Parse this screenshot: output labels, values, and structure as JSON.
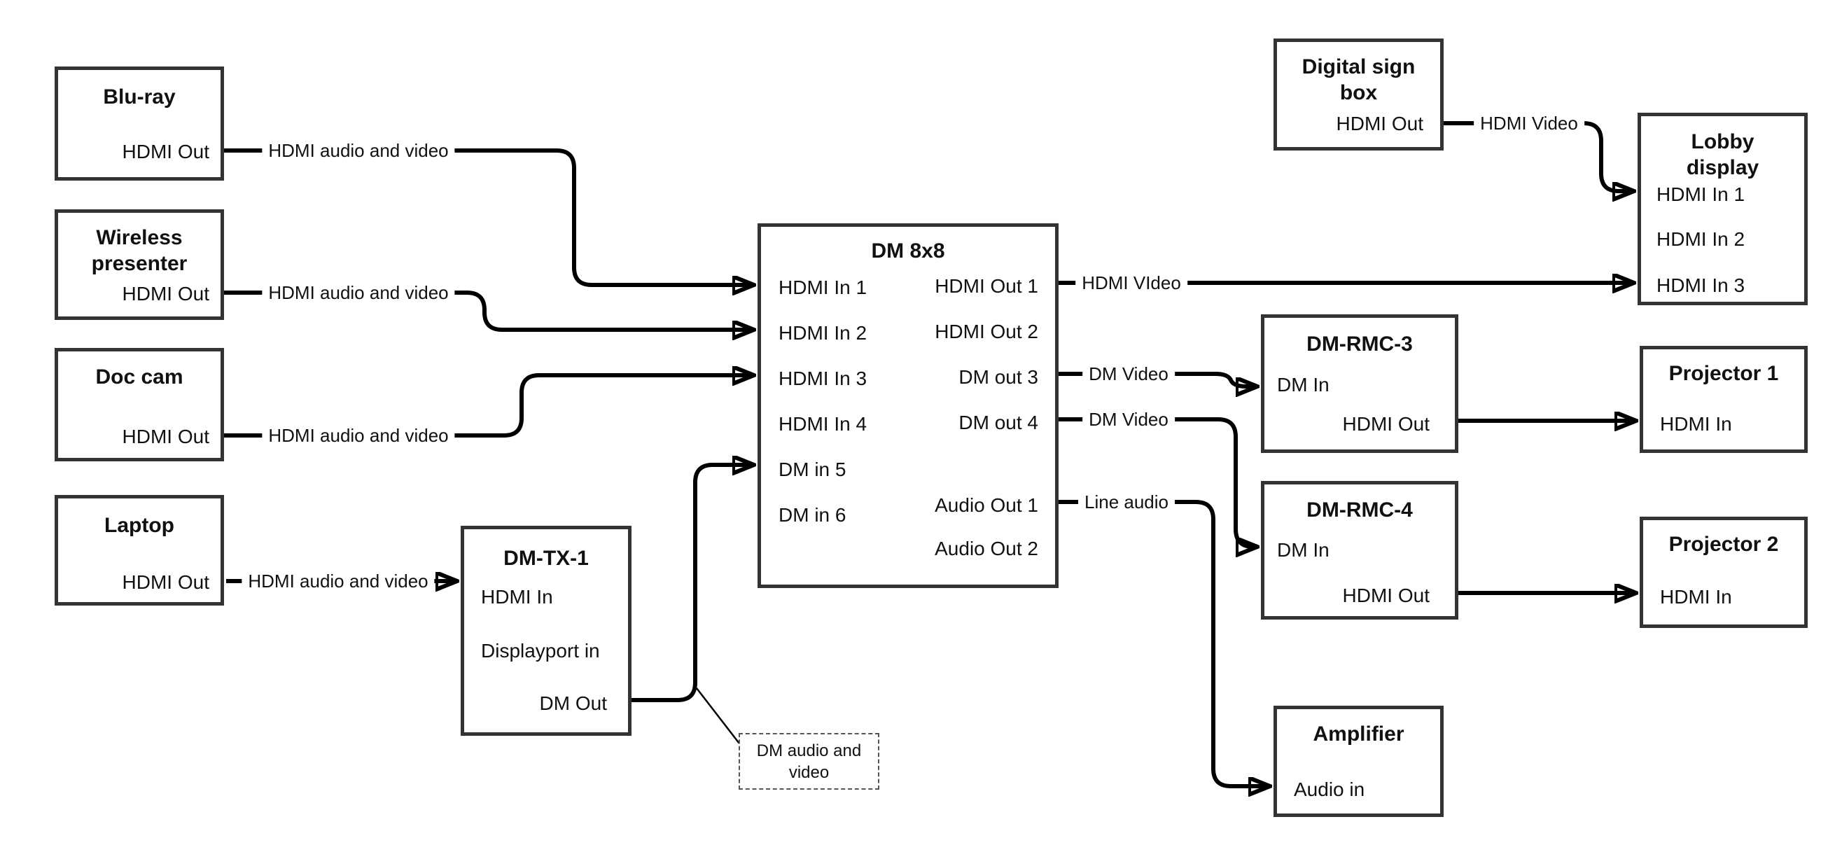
{
  "diagram": {
    "nodes": {
      "blu_ray": {
        "title": "Blu-ray",
        "ports": {
          "hdmi_out": "HDMI Out"
        }
      },
      "wireless_presenter": {
        "title": "Wireless presenter",
        "ports": {
          "hdmi_out": "HDMI Out"
        }
      },
      "doc_cam": {
        "title": "Doc cam",
        "ports": {
          "hdmi_out": "HDMI Out"
        }
      },
      "laptop": {
        "title": "Laptop",
        "ports": {
          "hdmi_out": "HDMI Out"
        }
      },
      "dm_tx_1": {
        "title": "DM-TX-1",
        "ports": {
          "hdmi_in": "HDMI In",
          "displayport_in": "Displayport in",
          "dm_out": "DM Out"
        }
      },
      "dm_8x8": {
        "title": "DM 8x8",
        "ports": {
          "hdmi_in_1": "HDMI In 1",
          "hdmi_in_2": "HDMI In 2",
          "hdmi_in_3": "HDMI In 3",
          "hdmi_in_4": "HDMI In 4",
          "dm_in_5": "DM in 5",
          "dm_in_6": "DM in 6",
          "hdmi_out_1": "HDMI Out 1",
          "hdmi_out_2": "HDMI Out 2",
          "dm_out_3": "DM out 3",
          "dm_out_4": "DM out 4",
          "audio_out_1": "Audio Out 1",
          "audio_out_2": "Audio Out 2"
        }
      },
      "digital_sign_box": {
        "title": "Digital sign box",
        "ports": {
          "hdmi_out": "HDMI Out"
        }
      },
      "lobby_display": {
        "title": "Lobby display",
        "ports": {
          "hdmi_in_1": "HDMI In 1",
          "hdmi_in_2": "HDMI In 2",
          "hdmi_in_3": "HDMI In 3"
        }
      },
      "dm_rmc_3": {
        "title": "DM-RMC-3",
        "ports": {
          "dm_in": "DM In",
          "hdmi_out": "HDMI Out"
        }
      },
      "projector_1": {
        "title": "Projector 1",
        "ports": {
          "hdmi_in": "HDMI In"
        }
      },
      "dm_rmc_4": {
        "title": "DM-RMC-4",
        "ports": {
          "dm_in": "DM In",
          "hdmi_out": "HDMI Out"
        }
      },
      "projector_2": {
        "title": "Projector 2",
        "ports": {
          "hdmi_in": "HDMI In"
        }
      },
      "amplifier": {
        "title": "Amplifier",
        "ports": {
          "audio_in": "Audio in"
        }
      }
    },
    "edge_labels": {
      "bluray_dm8x8": "HDMI audio and video",
      "wireless_dm8x8": "HDMI audio and video",
      "doccam_dm8x8": "HDMI audio and video",
      "laptop_dmtx1": "HDMI audio and video",
      "dm8x8_lobby": "HDMI VIdeo",
      "sign_lobby": "HDMI Video",
      "dm8x8_rmc3": "DM Video",
      "dm8x8_rmc4": "DM Video",
      "dm8x8_amp": "Line audio"
    },
    "note": {
      "text": "DM audio and video"
    },
    "colors": {
      "line": "#000000",
      "box_border": "#333333",
      "text": "#111111",
      "background": "#ffffff"
    }
  }
}
